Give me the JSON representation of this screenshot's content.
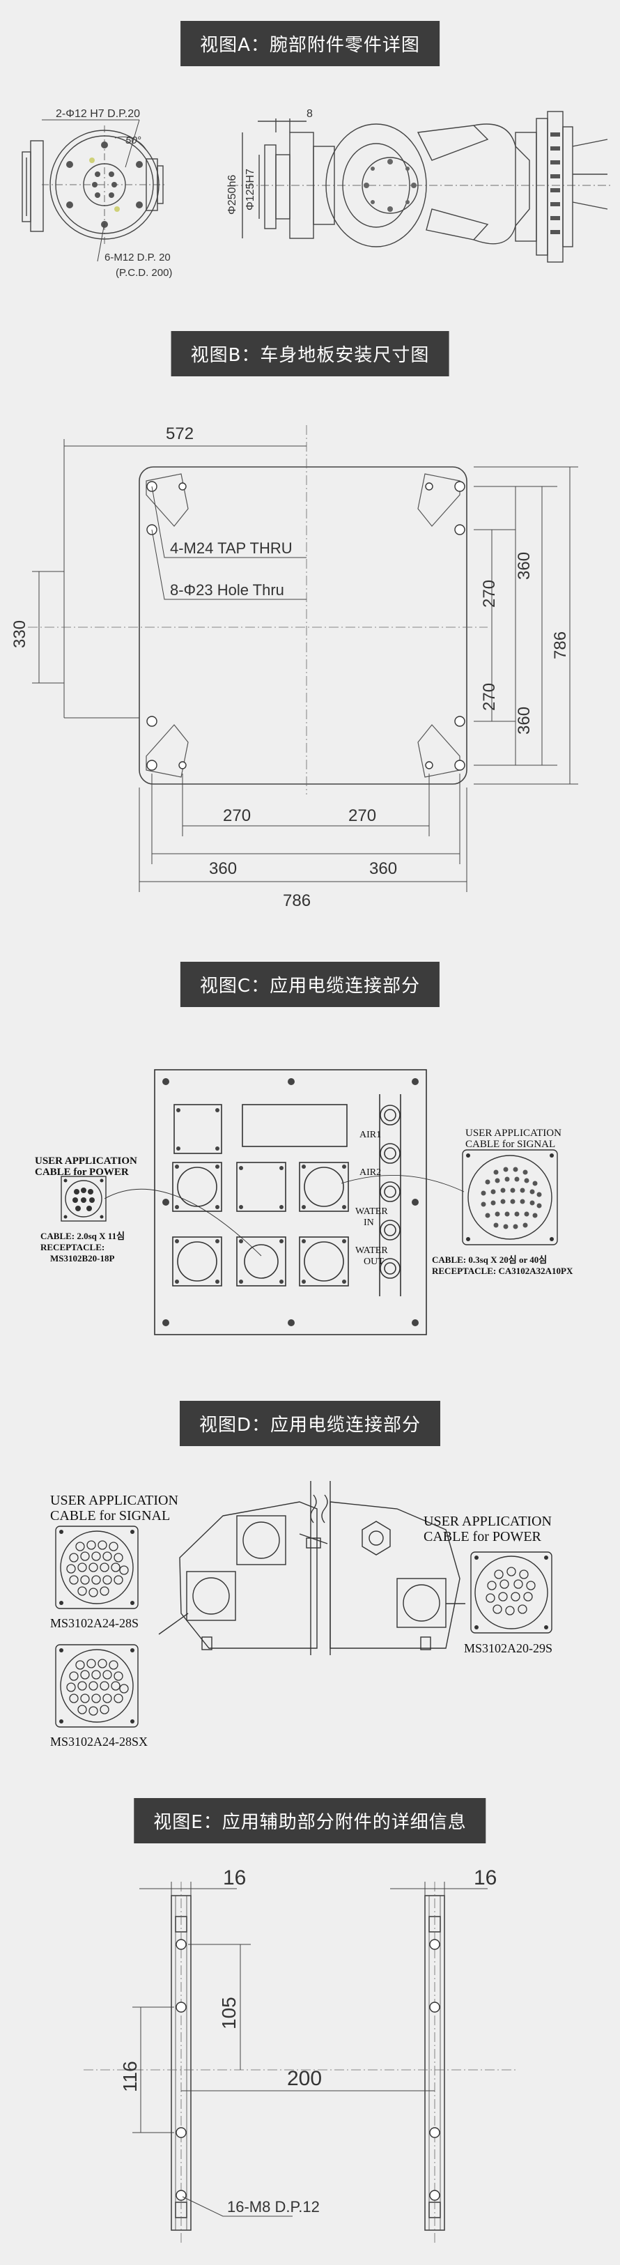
{
  "sections": {
    "a": {
      "title": "视图A：腕部附件零件详图"
    },
    "b": {
      "title": "视图B：车身地板安装尺寸图"
    },
    "c": {
      "title": "视图C：应用电缆连接部分"
    },
    "d": {
      "title": "视图D：应用电缆连接部分"
    },
    "e": {
      "title": "视图E：应用辅助部分附件的详细信息"
    }
  },
  "view_a": {
    "hole_spec": "2-Φ12 H7 D.P.20",
    "angle": "50°",
    "thread_spec": "6-M12 D.P. 20",
    "pcd": "(P.C.D. 200)",
    "dim_8": "8",
    "dim_250": "Φ250h6",
    "dim_125": "Φ125H7"
  },
  "view_b": {
    "dim_572": "572",
    "dim_330": "330",
    "tap": "4-M24 TAP THRU",
    "hole": "8-Φ23 Hole Thru",
    "dim_270_v1": "270",
    "dim_270_v2": "270",
    "dim_360_v1": "360",
    "dim_360_v2": "360",
    "dim_786_v": "786",
    "dim_270_h1": "270",
    "dim_270_h2": "270",
    "dim_360_h1": "360",
    "dim_360_h2": "360",
    "dim_786_h": "786"
  },
  "view_c": {
    "air1": "AIR1",
    "air2": "AIR2",
    "water_in_1": "WATER",
    "water_in_2": "IN",
    "water_out_1": "WATER",
    "water_out_2": "OUT",
    "power_title_1": "USER APPLICATION",
    "power_title_2": "CABLE for POWER",
    "power_cable": "CABLE: 2.0sq X 11심",
    "power_receptacle_1": "RECEPTACLE:",
    "power_receptacle_2": "MS3102B20-18P",
    "signal_title_1": "USER APPLICATION",
    "signal_title_2": "CABLE for SIGNAL",
    "signal_cable": "CABLE: 0.3sq X 20심 or 40심",
    "signal_receptacle": "RECEPTACLE: CA3102A32A10PX"
  },
  "view_d": {
    "signal_title_1": "USER APPLICATION",
    "signal_title_2": "CABLE for SIGNAL",
    "conn1": "MS3102A24-28S",
    "conn2": "MS3102A24-28SX",
    "power_title_1": "USER APPLICATION",
    "power_title_2": "CABLE for POWER",
    "conn3": "MS3102A20-29S"
  },
  "view_e": {
    "dim_16_l": "16",
    "dim_16_r": "16",
    "dim_105": "105",
    "dim_116": "116",
    "dim_200": "200",
    "thread": "16-M8  D.P.12"
  }
}
